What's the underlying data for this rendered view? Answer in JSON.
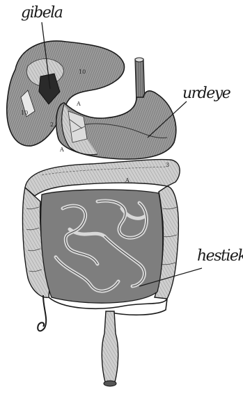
{
  "labels": {
    "liver": "gibela",
    "stomach": "urdeye",
    "intestine": "hestiek"
  },
  "diagram_numbers": {
    "n10_top": "10",
    "n10_left": "10",
    "n2": "2",
    "n3": "3",
    "nA_top": "A",
    "nA_left": "A",
    "nA_colon": "A"
  },
  "colors": {
    "ink": "#1a1a1a",
    "organ_fill": "#8a8a8a",
    "organ_dark": "#5e5e5e",
    "organ_light": "#bdbdbd",
    "background": "#ffffff"
  }
}
